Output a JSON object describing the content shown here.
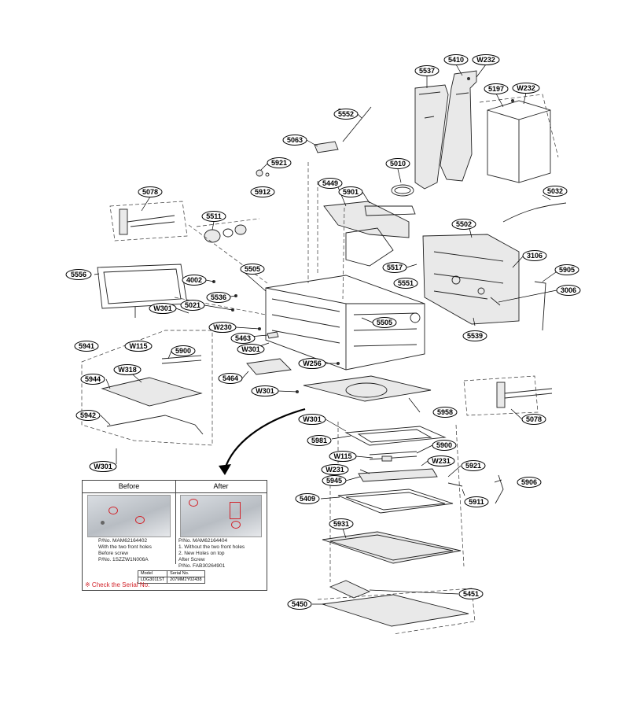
{
  "callouts": [
    {
      "id": "c-5537",
      "label": "5537"
    },
    {
      "id": "c-5410",
      "label": "5410"
    },
    {
      "id": "c-w232a",
      "label": "W232"
    },
    {
      "id": "c-5197",
      "label": "5197"
    },
    {
      "id": "c-w232b",
      "label": "W232"
    },
    {
      "id": "c-5552",
      "label": "5552"
    },
    {
      "id": "c-5063",
      "label": "5063"
    },
    {
      "id": "c-5921a",
      "label": "5921"
    },
    {
      "id": "c-5912",
      "label": "5912"
    },
    {
      "id": "c-5010",
      "label": "5010"
    },
    {
      "id": "c-5449",
      "label": "5449"
    },
    {
      "id": "c-5901",
      "label": "5901"
    },
    {
      "id": "c-5032",
      "label": "5032"
    },
    {
      "id": "c-5078a",
      "label": "5078"
    },
    {
      "id": "c-5511",
      "label": "5511"
    },
    {
      "id": "c-5502",
      "label": "5502"
    },
    {
      "id": "c-3106",
      "label": "3106"
    },
    {
      "id": "c-5905",
      "label": "5905"
    },
    {
      "id": "c-5556",
      "label": "5556"
    },
    {
      "id": "c-5505a",
      "label": "5505"
    },
    {
      "id": "c-4002",
      "label": "4002"
    },
    {
      "id": "c-5517",
      "label": "5517"
    },
    {
      "id": "c-5551",
      "label": "5551"
    },
    {
      "id": "c-3006",
      "label": "3006"
    },
    {
      "id": "c-5536",
      "label": "5536"
    },
    {
      "id": "c-w301a",
      "label": "W301"
    },
    {
      "id": "c-5021",
      "label": "5021"
    },
    {
      "id": "c-w230",
      "label": "W230"
    },
    {
      "id": "c-5505b",
      "label": "5505"
    },
    {
      "id": "c-5539",
      "label": "5539"
    },
    {
      "id": "c-5941",
      "label": "5941"
    },
    {
      "id": "c-w115a",
      "label": "W115"
    },
    {
      "id": "c-5463",
      "label": "5463"
    },
    {
      "id": "c-w301b",
      "label": "W301"
    },
    {
      "id": "c-5900a",
      "label": "5900"
    },
    {
      "id": "c-w256",
      "label": "W256"
    },
    {
      "id": "c-w318",
      "label": "W318"
    },
    {
      "id": "c-5464",
      "label": "5464"
    },
    {
      "id": "c-5944",
      "label": "5944"
    },
    {
      "id": "c-w301c",
      "label": "W301"
    },
    {
      "id": "c-5958",
      "label": "5958"
    },
    {
      "id": "c-5078b",
      "label": "5078"
    },
    {
      "id": "c-5942",
      "label": "5942"
    },
    {
      "id": "c-w301d",
      "label": "W301"
    },
    {
      "id": "c-5981",
      "label": "5981"
    },
    {
      "id": "c-5900b",
      "label": "5900"
    },
    {
      "id": "c-w115b",
      "label": "W115"
    },
    {
      "id": "c-w231a",
      "label": "W231"
    },
    {
      "id": "c-w301e",
      "label": "W301"
    },
    {
      "id": "c-5921b",
      "label": "5921"
    },
    {
      "id": "c-w231b",
      "label": "W231"
    },
    {
      "id": "c-5906",
      "label": "5906"
    },
    {
      "id": "c-5945",
      "label": "5945"
    },
    {
      "id": "c-5911",
      "label": "5911"
    },
    {
      "id": "c-5409",
      "label": "5409"
    },
    {
      "id": "c-5931",
      "label": "5931"
    },
    {
      "id": "c-5451",
      "label": "5451"
    },
    {
      "id": "c-5450",
      "label": "5450"
    }
  ],
  "inset": {
    "before": {
      "heading": "Before",
      "lines": [
        "P/No. MAM62164402",
        "With the two front holes",
        "Before screw",
        "P/No. 1SZZW1N006A"
      ]
    },
    "after": {
      "heading": "After",
      "lines": [
        "P/No. MAM62164404",
        "1. Without the two front holes",
        "2. New Holes on top",
        "After Screw",
        "P/No. FAB30264901"
      ]
    },
    "table": {
      "headers": [
        "Model",
        "Serial No."
      ],
      "row": [
        "LDG3011ST",
        "207MM2Y02438"
      ]
    },
    "note": "※ Check the Serial No.",
    "accent_color": "#d2232a"
  }
}
